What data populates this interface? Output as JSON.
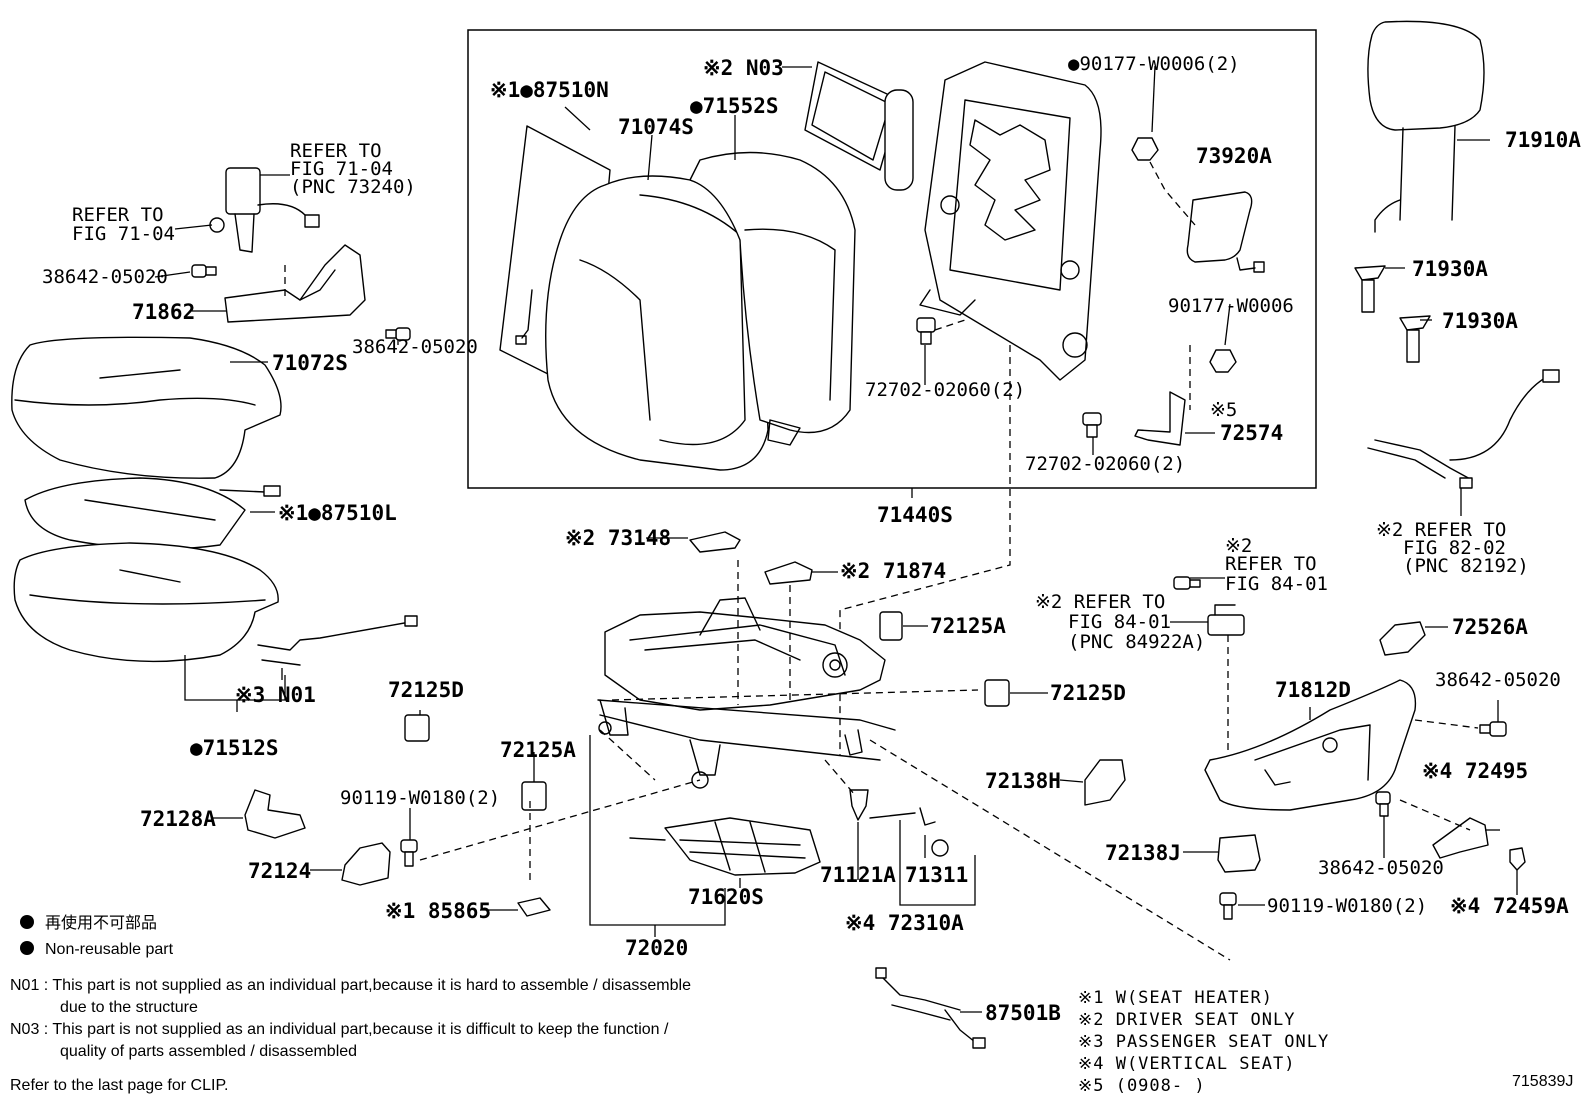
{
  "labels": {
    "p87510N": "※1●87510N",
    "pN03": "※2 N03",
    "p71074S": "71074S",
    "p71552S": "●71552S",
    "p90177a": "●90177-W0006(2)",
    "p73920A": "73920A",
    "p90177b": "90177-W0006",
    "p72702a": "72702-02060(2)",
    "p72574mark": "※5",
    "p72574": "72574",
    "p72702b": "72702-02060(2)",
    "p71440S": "71440S",
    "p71910A": "71910A",
    "p71930A1": "71930A",
    "p71930A2": "71930A",
    "refer8202_1": "※2 REFER TO",
    "refer8202_2": "FIG 82-02",
    "refer8202_3": "(PNC 82192)",
    "refer7104a_1": "REFER TO",
    "refer7104a_2": "FIG 71-04",
    "refer7104a_3": "(PNC 73240)",
    "refer7104b_1": "REFER TO",
    "refer7104b_2": "FIG 71-04",
    "p38642a": "38642-05020",
    "p71862": "71862",
    "p38642b": "38642-05020",
    "p71072S": "71072S",
    "p87510L": "※1●87510L",
    "pN01": "※3 N01",
    "p71512S": "●71512S",
    "p73148": "※2 73148",
    "p71874": "※2 71874",
    "p72125A1": "72125A",
    "p72125D1": "72125D",
    "p72125D2": "72125D",
    "p72125A2": "72125A",
    "p72128A": "72128A",
    "p90119a": "90119-W0180(2)",
    "p72124": "72124",
    "p85865": "※1 85865",
    "p71620S": "71620S",
    "p72020": "72020",
    "p71121A": "71121A",
    "p71311": "71311",
    "p72310A": "※4 72310A",
    "p72138H": "72138H",
    "p72138J": "72138J",
    "p90119b": "90119-W0180(2)",
    "refer8401a_1": "※2",
    "refer8401a_2": "REFER TO",
    "refer8401a_3": "FIG 84-01",
    "refer8401b_1": "※2 REFER TO",
    "refer8401b_2": "FIG 84-01",
    "refer8401b_3": "(PNC 84922A)",
    "p72526A": "72526A",
    "p71812D": "71812D",
    "p38642c": "38642-05020",
    "p72495": "※4 72495",
    "p38642d": "38642-05020",
    "p72459A": "※4 72459A",
    "p87501B": "87501B"
  },
  "notes": {
    "nonreuse_jp": "再使用不可部品",
    "nonreuse_en": "Non-reusable part",
    "n01_line1": "N01 : This part is not supplied as an individual part,because it is hard to assemble / disassemble",
    "n01_line2": "due to the structure",
    "n03_line1": "N03 : This part is not supplied as an individual part,because it is difficult to keep the function /",
    "n03_line2": "quality of parts assembled / disassembled",
    "clip": "Refer to the last page for CLIP."
  },
  "legend": {
    "l1": "※1  W(SEAT HEATER)",
    "l2": "※2  DRIVER SEAT ONLY",
    "l3": "※3  PASSENGER SEAT ONLY",
    "l4": "※4  W(VERTICAL SEAT)",
    "l5": "※5  (0908-      )"
  },
  "figure_id": "715839J"
}
